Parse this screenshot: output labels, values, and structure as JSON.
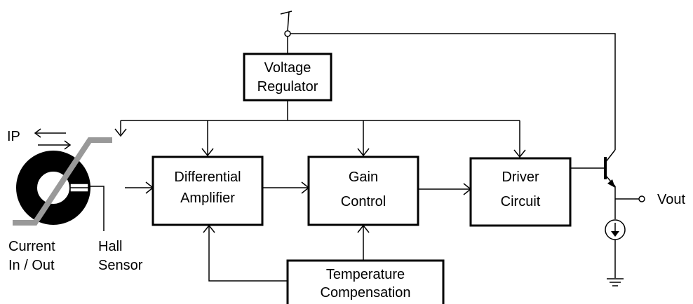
{
  "blocks": {
    "voltage_regulator": {
      "line1": "Voltage",
      "line2": "Regulator"
    },
    "differential_amplifier": {
      "line1": "Differential",
      "line2": "Amplifier"
    },
    "gain_control": {
      "line1": "Gain",
      "line2": "Control"
    },
    "driver_circuit": {
      "line1": "Driver",
      "line2": "Circuit"
    },
    "temperature_compensation": {
      "line1": "Temperature",
      "line2": "Compensation"
    }
  },
  "labels": {
    "ip": "IP",
    "current_line1": "Current",
    "current_line2": "In / Out",
    "hall_line1": "Hall",
    "hall_line2": "Sensor",
    "vout": "Vout"
  },
  "colors": {
    "line": "#000000",
    "core_ring": "#000000",
    "conductor": "#999999",
    "background": "#ffffff"
  }
}
